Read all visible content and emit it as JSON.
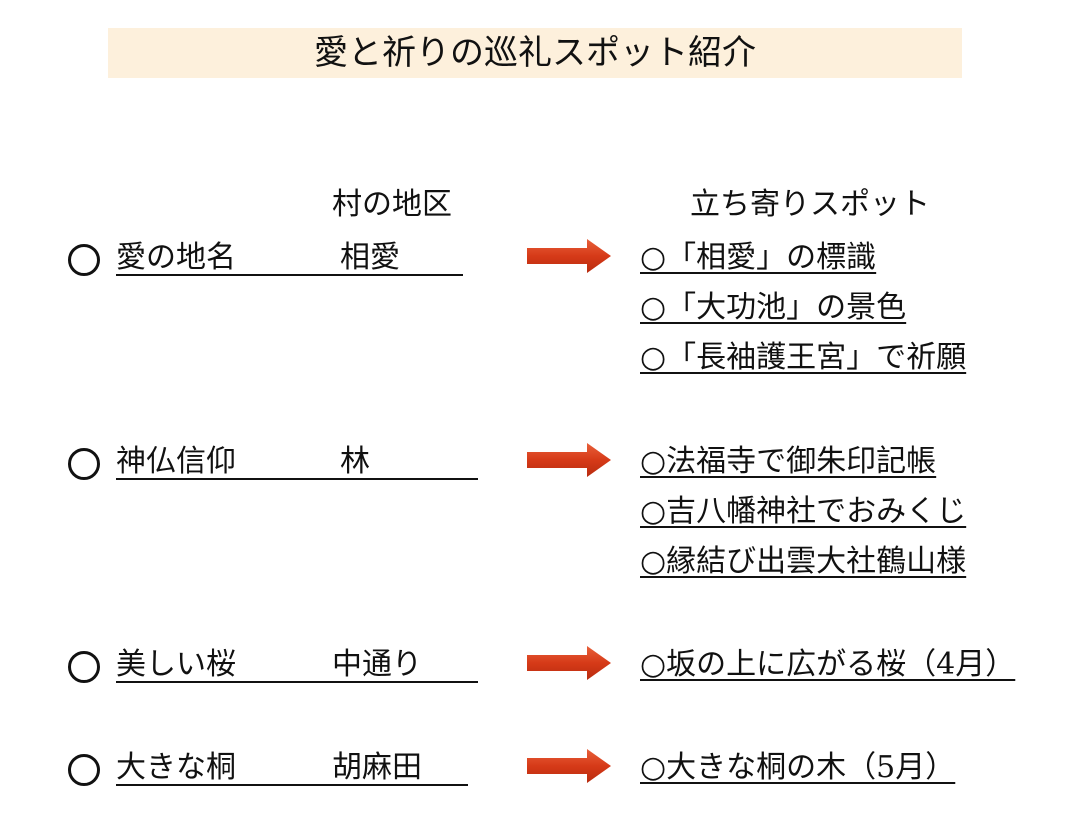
{
  "title": "愛と祈りの巡礼スポット紹介",
  "headers": {
    "district": "村の地区",
    "spots": "立ち寄りスポット"
  },
  "colors": {
    "title_band": "#fdf0dc",
    "arrow": "#d9401e"
  },
  "rows": [
    {
      "label": "愛の地名",
      "district": "相愛",
      "spots": [
        "○「相愛」の標識",
        "○「大功池」の景色",
        "○「長袖護王宮」で祈願"
      ]
    },
    {
      "label": "神仏信仰",
      "district": "林",
      "spots": [
        "○法福寺で御朱印記帳",
        "○吉八幡神社でおみくじ",
        "○縁結び出雲大社鶴山様"
      ]
    },
    {
      "label": "美しい桜",
      "district": "中通り",
      "spots": [
        "○坂の上に広がる桜（4月）"
      ]
    },
    {
      "label": "大きな桐",
      "district": "胡麻田",
      "spots": [
        "○大きな桐の木（5月）"
      ]
    }
  ]
}
